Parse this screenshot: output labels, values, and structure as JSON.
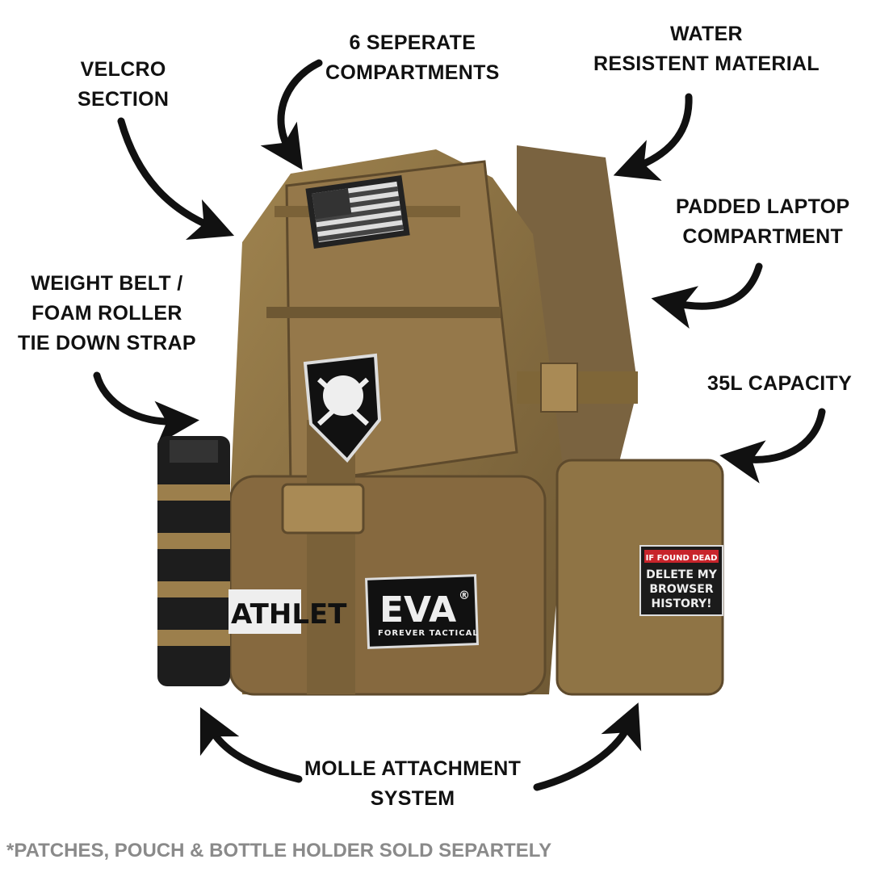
{
  "callouts": {
    "velcro": [
      "VELCRO",
      "SECTION"
    ],
    "compartments": [
      "6 SEPERATE",
      "COMPARTMENTS"
    ],
    "water": [
      "WATER",
      "RESISTENT MATERIAL"
    ],
    "laptop": [
      "PADDED LAPTOP",
      "COMPARTMENT"
    ],
    "strap": [
      "WEIGHT BELT /",
      "FOAM ROLLER",
      "TIE DOWN STRAP"
    ],
    "capacity": [
      "35L CAPACITY"
    ],
    "molle": [
      "MOLLE ATTACHMENT",
      "SYSTEM"
    ]
  },
  "patches": {
    "eva_logo": "EVA",
    "eva_registered": "®",
    "eva_tagline": "FOREVER TACTICAL",
    "found_header": "IF FOUND DEAD",
    "found_lines": [
      "DELETE MY",
      "BROWSER",
      "HISTORY!"
    ],
    "athlete_strip": "ATHLET"
  },
  "footer": "*PATCHES, POUCH & BOTTLE HOLDER SOLD SEPARTELY",
  "colors": {
    "bag": "#8c7148",
    "bag_dark": "#5e4a2c",
    "patch_red": "#c8242b",
    "text": "#111111",
    "footer": "#8a8a8a"
  }
}
